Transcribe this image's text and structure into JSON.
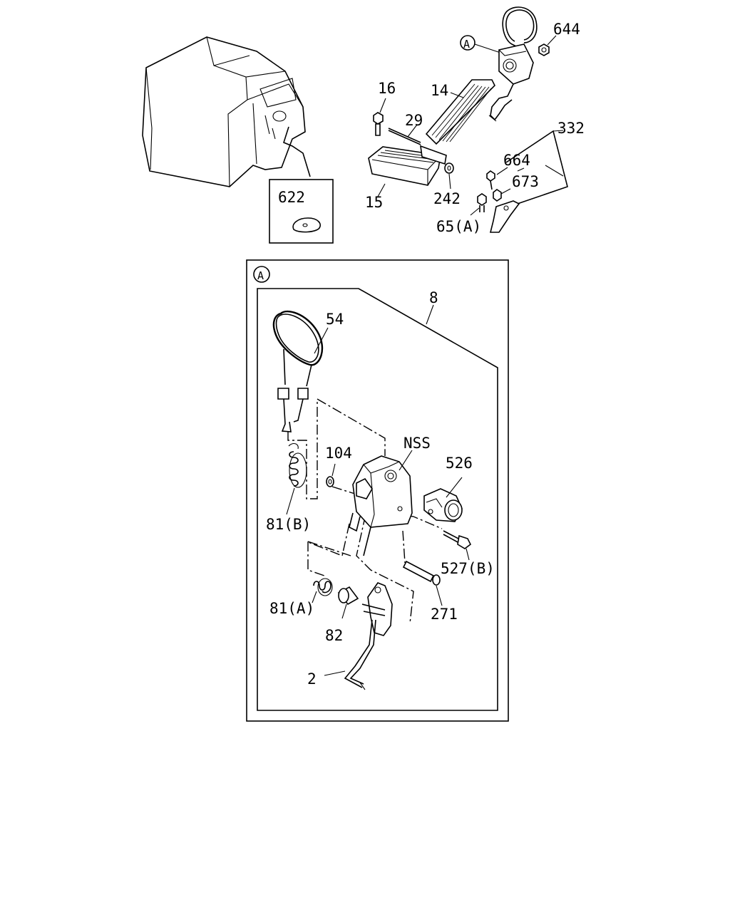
{
  "callouts": {
    "a_marker": "A",
    "p644": "644",
    "p16": "16",
    "p14": "14",
    "p29": "29",
    "p332": "332",
    "p664": "664",
    "p673": "673",
    "p15": "15",
    "p242": "242",
    "p65a": "65(A)",
    "p622": "622",
    "p8": "8",
    "p54": "54",
    "pNSS": "NSS",
    "p104": "104",
    "p526": "526",
    "p81b": "81(B)",
    "p527b": "527(B)",
    "p271": "271",
    "p81a": "81(A)",
    "p82": "82",
    "p2": "2"
  },
  "detail": {
    "marker": "A"
  }
}
